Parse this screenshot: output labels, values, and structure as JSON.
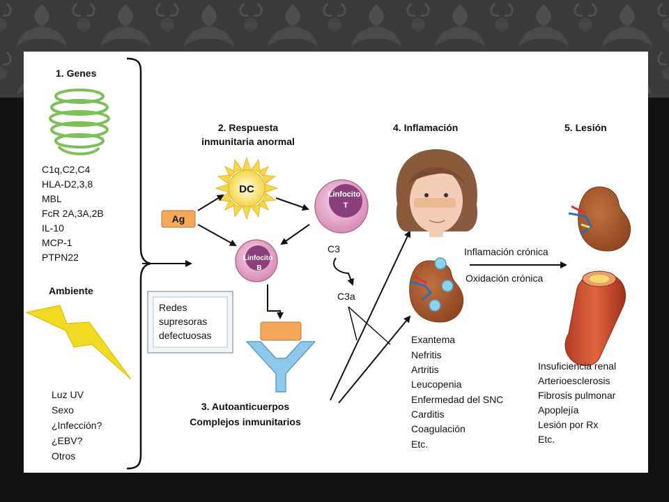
{
  "genes": {
    "title": "1. Genes",
    "items": [
      "C1q,C2,C4",
      "HLA-D2,3,8",
      "MBL",
      "FcR 2A,3A,2B",
      "IL-10",
      "MCP-1",
      "PTPN22"
    ]
  },
  "ambiente": {
    "title": "Ambiente",
    "items": [
      "Luz UV",
      "Sexo",
      "¿Infección?",
      "¿EBV?",
      "Otros"
    ]
  },
  "respuesta": {
    "title_line1": "2. Respuesta",
    "title_line2": "inmunitaria anormal",
    "dc": "DC",
    "ag": "Ag",
    "linfocito_t_line1": "Linfocito",
    "linfocito_t_line2": "T",
    "linfocito_b_line1": "Linfocito",
    "linfocito_b_line2": "B",
    "c3": "C3",
    "c3a": "C3a",
    "redes_line1": "Redes",
    "redes_line2": "supresoras",
    "redes_line3": "defectuosas"
  },
  "autoanticuerpos": {
    "line1": "3. Autoanticuerpos",
    "line2": "Complejos inmunitarios"
  },
  "inflamacion": {
    "title": "4. Inflamación",
    "items": [
      "Exantema",
      "Nefritis",
      "Artritis",
      "Leucopenia",
      "Enfermedad del SNC",
      "Carditis",
      "Coagulación",
      "Etc."
    ],
    "cronica": "Inflamación crónica",
    "oxidacion": "Oxidación crónica"
  },
  "lesion": {
    "title": "5. Lesión",
    "items": [
      "Insuficiencia renal",
      "Arterioesclerosis",
      "Fibrosis pulmonar",
      "Apoplejía",
      "Lesión por Rx",
      "Etc."
    ]
  },
  "colors": {
    "gene_green": "#7dc05a",
    "sun_yellow": "#f7d64c",
    "cell_pink": "#d98bb6",
    "cell_purple": "#8c3f7d",
    "ag_orange": "#f4a95b",
    "antibody_blue": "#8ec8ea",
    "kidney_brown": "#a4572a",
    "lightning_yellow": "#f2da22"
  }
}
